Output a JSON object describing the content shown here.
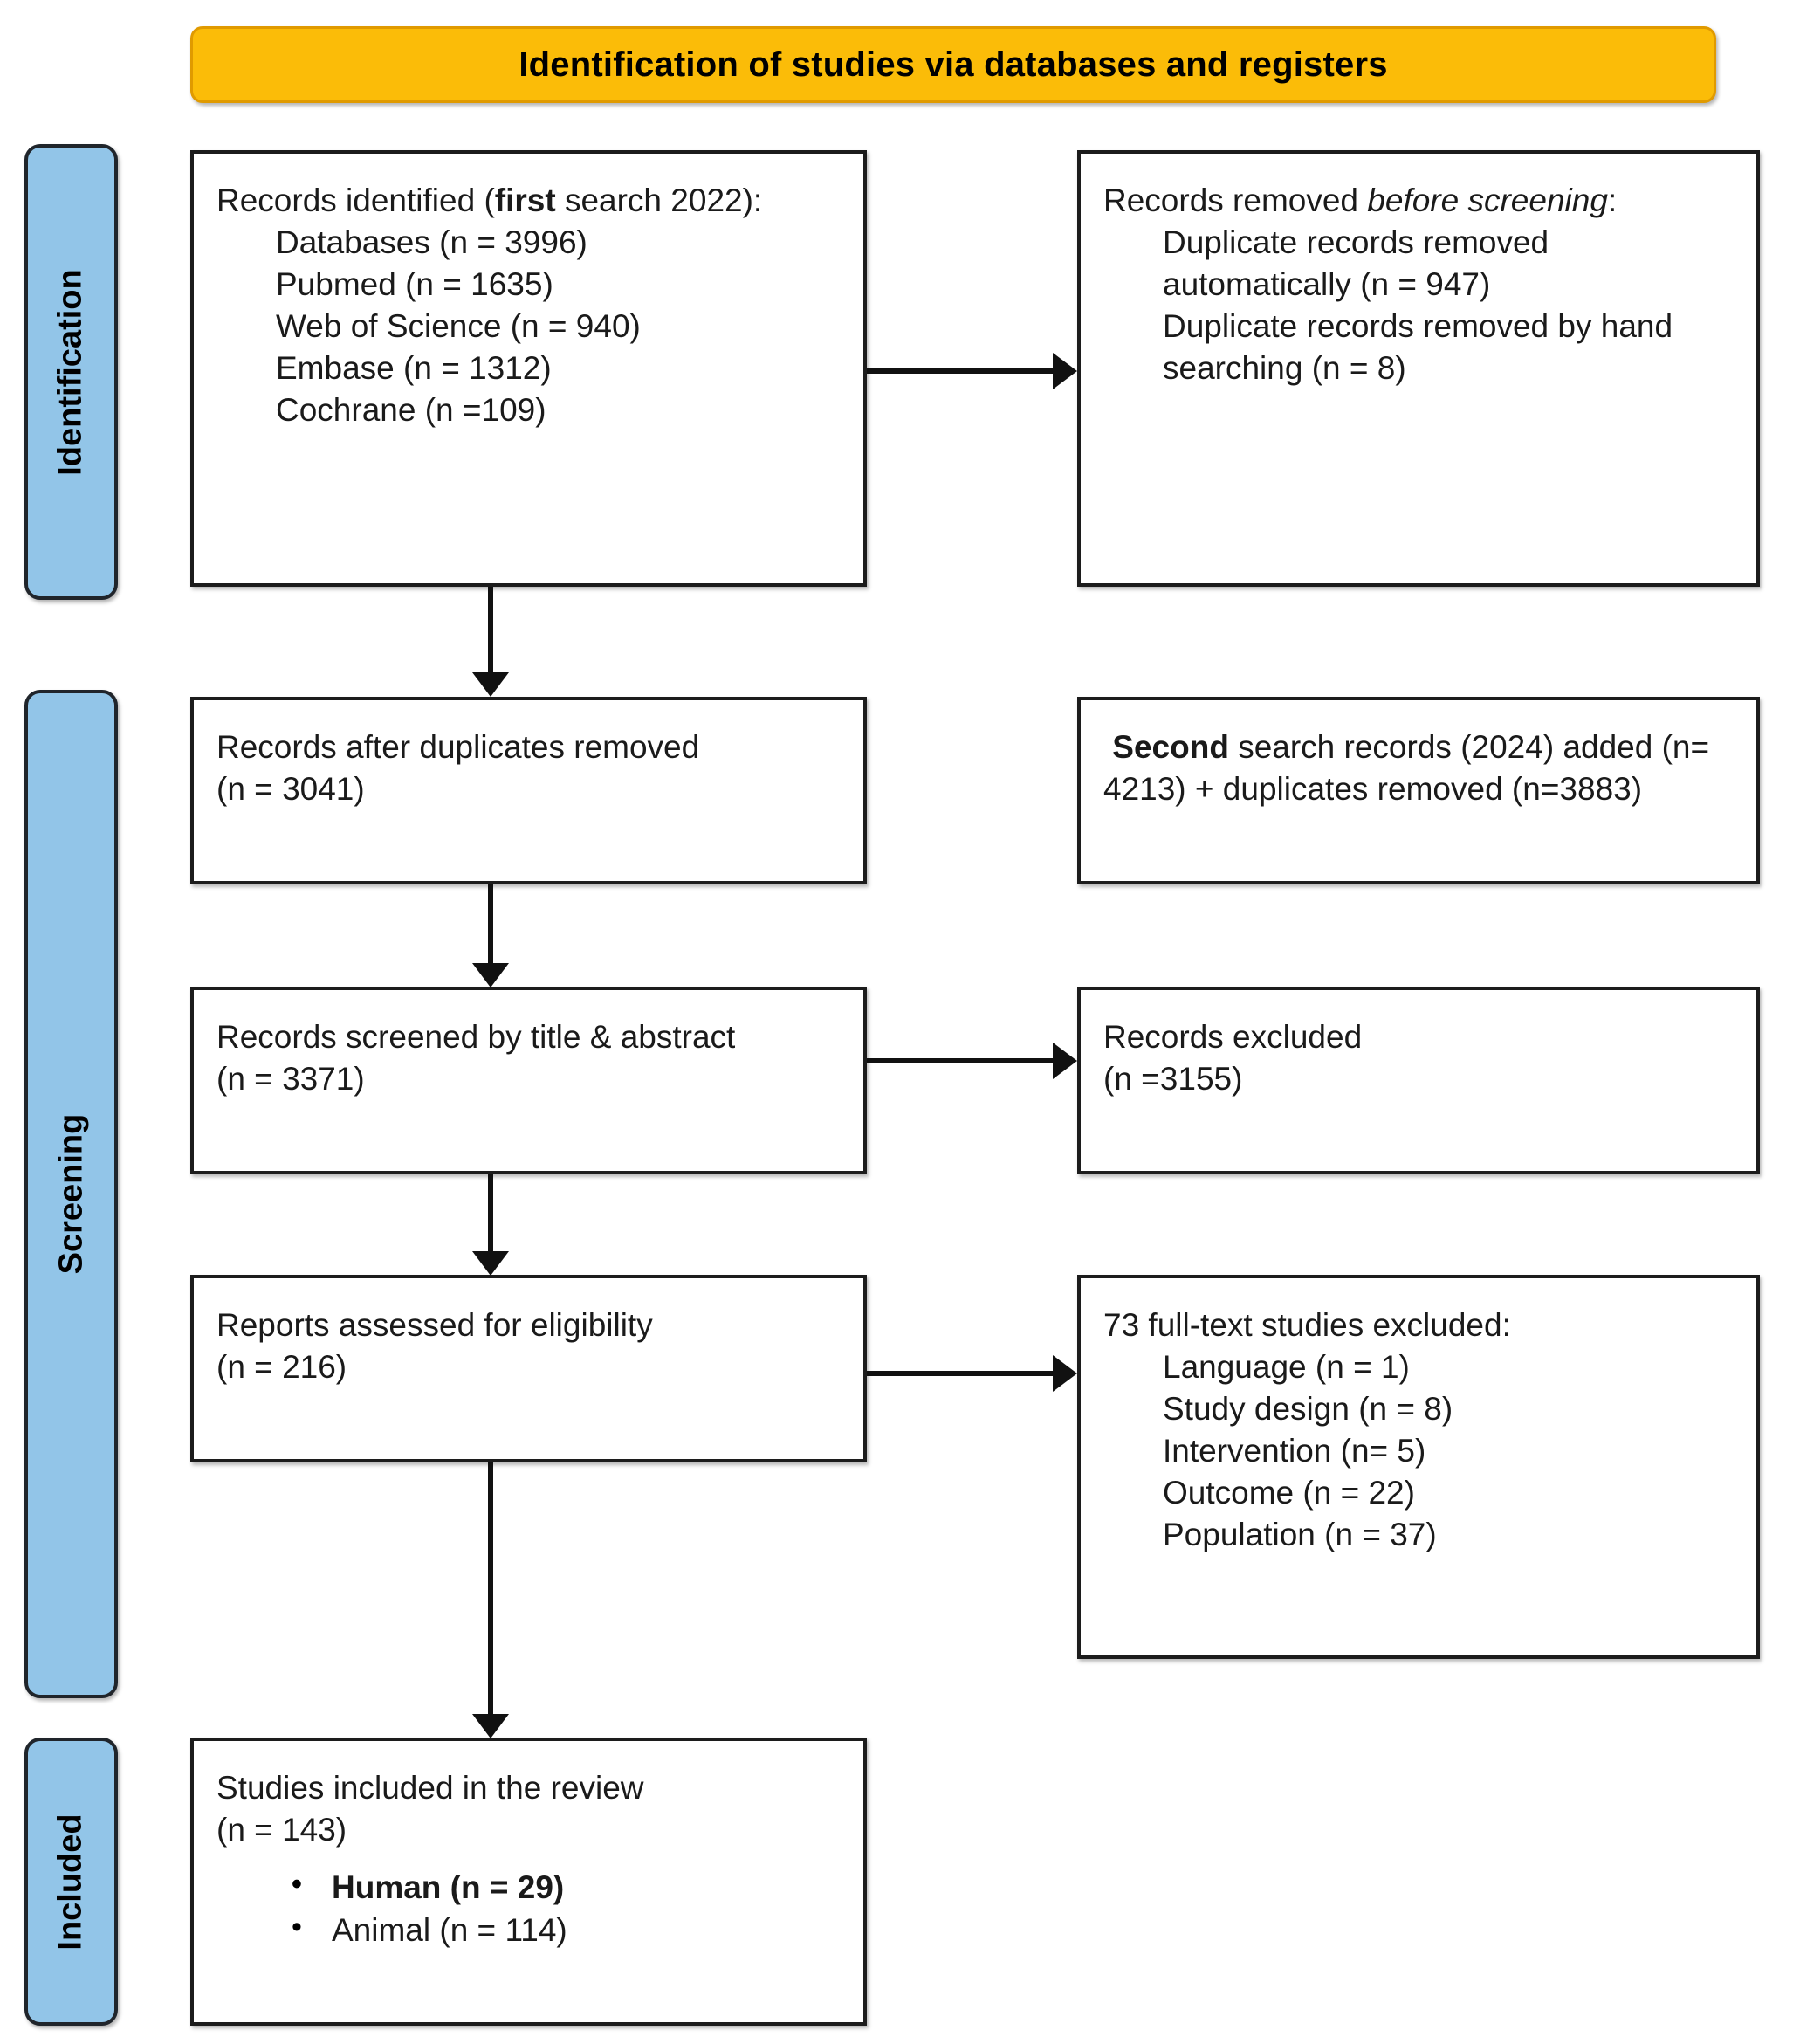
{
  "banner": {
    "title": "Identification of studies via databases and registers"
  },
  "stages": [
    {
      "id": "identification",
      "label": "Identification"
    },
    {
      "id": "screening",
      "label": "Screening"
    },
    {
      "id": "included",
      "label": "Included"
    }
  ],
  "boxes": {
    "identified": {
      "line_pre": "Records identified (",
      "line_bold": "first",
      "line_post": " search 2022):",
      "items": [
        "Databases (n = 3996)",
        "Pubmed (n = 1635)",
        "Web of Science (n = 940)",
        "Embase (n = 1312)",
        "Cochrane (n =109)"
      ]
    },
    "removed": {
      "line_pre": "Records removed ",
      "line_italic": "before screening",
      "line_post": ":",
      "items": [
        "Duplicate records removed automatically (n = 947)",
        "Duplicate records removed by hand searching (n = 8)"
      ]
    },
    "after_duplicates": {
      "text": "Records after duplicates removed\n(n = 3041)"
    },
    "second_search": {
      "bold_lead": " Second",
      "rest": " search records (2024) added (n= 4213) + duplicates removed (n=3883)"
    },
    "screened": {
      "text": "Records screened by title & abstract\n(n = 3371)"
    },
    "records_excluded": {
      "text": "Records excluded\n(n =3155)"
    },
    "eligibility": {
      "text": "Reports assessed for eligibility\n(n = 216)"
    },
    "fulltext_excluded": {
      "heading": "73 full-text studies excluded:",
      "items": [
        "Language (n = 1)",
        "Study design (n = 8)",
        "Intervention (n= 5)",
        "Outcome (n = 22)",
        "Population (n = 37)"
      ]
    },
    "included": {
      "text": "Studies included in the review\n(n = 143)",
      "bullets": [
        {
          "label": "Human (n = 29)",
          "bold": true
        },
        {
          "label": "Animal (n = 114)",
          "bold": false
        }
      ]
    }
  },
  "colors": {
    "banner_fill": "#FBBC08",
    "banner_border": "#E09A00",
    "stage_fill": "#92C5E8",
    "stage_border": "#20252B",
    "box_border": "#1C1C1C",
    "connector": "#111111"
  }
}
